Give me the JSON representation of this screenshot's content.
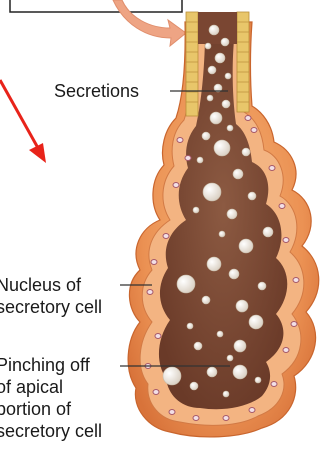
{
  "labels": {
    "secretions": "Secretions",
    "nucleus": [
      "Nucleus of",
      "secretory cell"
    ],
    "pinching": [
      "Pinching off",
      "of apical",
      "portion of",
      "secretory cell"
    ]
  },
  "colors": {
    "gland_outer": "#e88a4c",
    "gland_mid": "#f0a060",
    "cell": "#f3b482",
    "lumen": "#7a4632",
    "duct": "#e8c66a",
    "secretion_granule": "#f5f0e8",
    "arrow_red": "#e8231a",
    "arrow_peach": "#eea484",
    "leader_line": "#333333"
  }
}
